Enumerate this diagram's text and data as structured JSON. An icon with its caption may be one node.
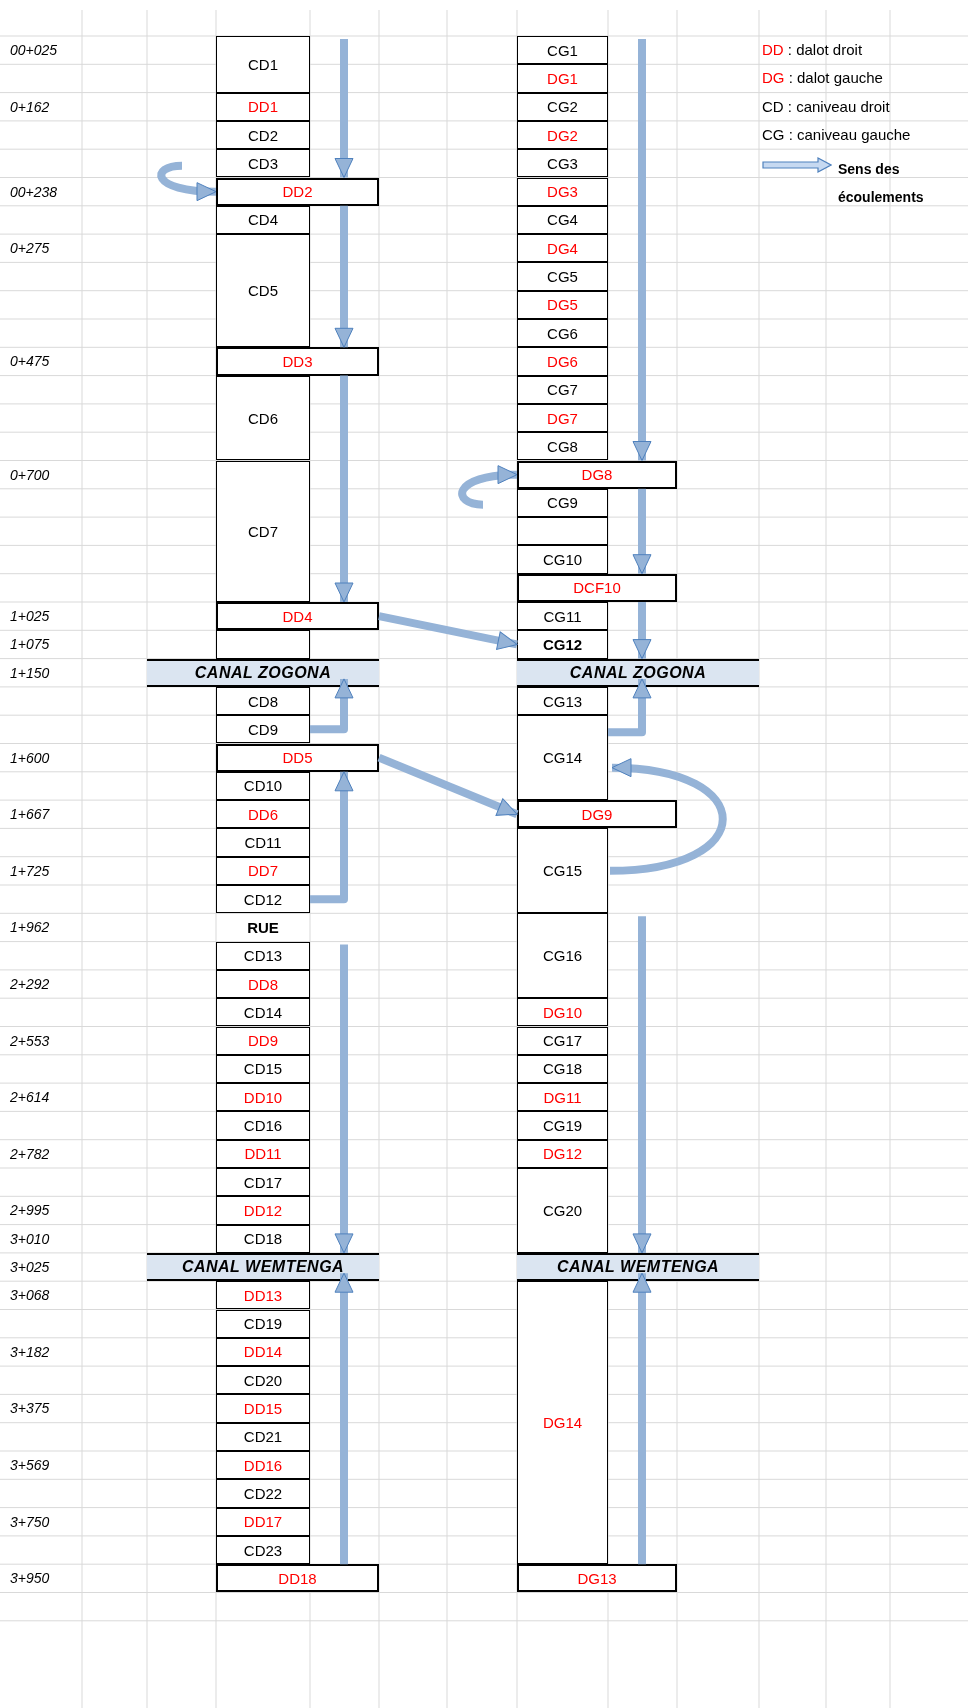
{
  "diagram": {
    "nodes": [
      {
        "text": [
          "CD1"
        ]
      },
      {
        "text": [
          "DD1"
        ]
      },
      {
        "text": [
          "CD2"
        ]
      },
      {
        "text": [
          "CD3"
        ]
      },
      {
        "text": [
          "DD2"
        ]
      },
      {
        "text": [
          "CD4"
        ]
      },
      {
        "text": [
          "CD5"
        ]
      },
      {
        "text": [
          "DD3"
        ]
      },
      {
        "text": [
          "CD6"
        ]
      },
      {
        "text": [
          "CD7"
        ]
      },
      {
        "text": [
          "DD4"
        ]
      },
      {
        "text": [],
        "shape": "box"
      },
      {
        "text": [
          "CANAL ZOGONA"
        ]
      },
      {
        "text": [
          "CD8"
        ]
      },
      {
        "text": [
          "CD9"
        ]
      },
      {
        "text": [
          "DD5"
        ]
      },
      {
        "text": [
          "CD10"
        ]
      },
      {
        "text": [
          "DD6"
        ]
      },
      {
        "text": [
          "CD11"
        ]
      },
      {
        "text": [
          "DD7"
        ]
      },
      {
        "text": [
          "CD12"
        ]
      },
      {
        "text": [
          "RUE"
        ]
      },
      {
        "text": [
          "CD13"
        ]
      },
      {
        "text": [
          "DD8"
        ]
      },
      {
        "text": [
          "CD14"
        ]
      },
      {
        "text": [
          "DD9"
        ]
      },
      {
        "text": [
          "CD15"
        ]
      },
      {
        "text": [
          "DD10"
        ]
      },
      {
        "text": [
          "CD16"
        ]
      },
      {
        "text": [
          "DD11"
        ]
      },
      {
        "text": [
          "CD17"
        ]
      },
      {
        "text": [
          "DD12"
        ]
      },
      {
        "text": [
          "CD18"
        ]
      },
      {
        "text": [
          "CANAL WEMTENGA"
        ]
      },
      {
        "text": [
          "DD13"
        ]
      },
      {
        "text": [
          "CD19"
        ]
      },
      {
        "text": [
          "DD14"
        ]
      },
      {
        "text": [
          "CD20"
        ]
      },
      {
        "text": [
          "DD15"
        ]
      },
      {
        "text": [
          "CD21"
        ]
      },
      {
        "text": [
          "DD16"
        ]
      },
      {
        "text": [
          "CD22"
        ]
      },
      {
        "text": [
          "DD17"
        ]
      },
      {
        "text": [
          "CD23"
        ]
      },
      {
        "text": [
          "DD18"
        ]
      },
      {
        "text": [
          "CG1"
        ]
      },
      {
        "text": [
          "DG1"
        ]
      },
      {
        "text": [
          "CG2"
        ]
      },
      {
        "text": [
          "DG2"
        ]
      },
      {
        "text": [
          "CG3"
        ]
      },
      {
        "text": [
          "DG3"
        ]
      },
      {
        "text": [
          "CG4"
        ]
      },
      {
        "text": [
          "DG4"
        ]
      },
      {
        "text": [
          "CG5"
        ]
      },
      {
        "text": [
          "DG5"
        ]
      },
      {
        "text": [
          "CG6"
        ]
      },
      {
        "text": [
          "DG6"
        ]
      },
      {
        "text": [
          "CG7"
        ]
      },
      {
        "text": [
          "DG7"
        ]
      },
      {
        "text": [
          "CG8"
        ]
      },
      {
        "text": [
          "DG8"
        ]
      },
      {
        "text": [
          "CG9"
        ]
      },
      {
        "text": [],
        "shape": "box"
      },
      {
        "text": [
          "CG10"
        ]
      },
      {
        "text": [
          "DCF10"
        ]
      },
      {
        "text": [
          "CG11"
        ]
      },
      {
        "text": [
          "CG12"
        ]
      },
      {
        "text": [
          "CANAL ZOGONA"
        ]
      },
      {
        "text": [
          "CG13"
        ]
      },
      {
        "text": [
          "CG14"
        ]
      },
      {
        "text": [
          "DG9"
        ]
      },
      {
        "text": [
          "CG15"
        ]
      },
      {
        "text": [
          "CG16"
        ]
      },
      {
        "text": [
          "DG10"
        ]
      },
      {
        "text": [
          "CG17"
        ]
      },
      {
        "text": [
          "CG18"
        ]
      },
      {
        "text": [
          "DG11"
        ]
      },
      {
        "text": [
          "CG19"
        ]
      },
      {
        "text": [
          "DG12"
        ]
      },
      {
        "text": [
          "CG20"
        ]
      },
      {
        "text": [
          "CANAL WEMTENGA"
        ]
      },
      {
        "text": [
          "DG14"
        ]
      },
      {
        "text": [
          "DG13"
        ]
      }
    ],
    "edges": [
      {
        "from": 0,
        "to": 4,
        "arrow": "to"
      },
      {
        "from": null,
        "to": 4,
        "arrow": "to"
      },
      {
        "from": 4,
        "to": 7,
        "arrow": "to"
      },
      {
        "from": 7,
        "to": 10,
        "arrow": "to"
      },
      {
        "from": 10,
        "to": 66,
        "arrow": "to"
      },
      {
        "from": 14,
        "to": 12,
        "arrow": "to"
      },
      {
        "from": 15,
        "to": 70,
        "arrow": "to"
      },
      {
        "from": 20,
        "to": 15,
        "arrow": "to"
      },
      {
        "from": 22,
        "to": 33,
        "arrow": "to"
      },
      {
        "from": 44,
        "to": 33,
        "arrow": "to"
      },
      {
        "from": 45,
        "to": 60,
        "arrow": "to"
      },
      {
        "from": null,
        "to": 60,
        "arrow": "to"
      },
      {
        "from": 60,
        "to": 64,
        "arrow": "to"
      },
      {
        "from": 64,
        "to": 67,
        "arrow": "to"
      },
      {
        "from": 69,
        "to": 67,
        "arrow": "to"
      },
      {
        "from": 71,
        "to": 69,
        "arrow": "to"
      },
      {
        "from": 72,
        "to": 80,
        "arrow": "to"
      },
      {
        "from": 82,
        "to": 80,
        "arrow": "to"
      }
    ],
    "labels": [
      "00+025",
      "0+162",
      "00+238",
      "0+275",
      "0+475",
      "0+700",
      "1+025",
      "1+075",
      "1+150",
      "1+600",
      "1+667",
      "1+725",
      "1+962",
      "2+292",
      "2+553",
      "2+614",
      "2+782",
      "2+995",
      "3+010",
      "3+025",
      "3+068",
      "3+182",
      "3+375",
      "3+569",
      "3+750",
      "3+950",
      "DD : dalot droit",
      "DG : dalot gauche",
      "CD : caniveau droit",
      "CG : caniveau gauche"
    ],
    "legend": [
      {
        "text": "Sens des écoulements"
      }
    ]
  }
}
